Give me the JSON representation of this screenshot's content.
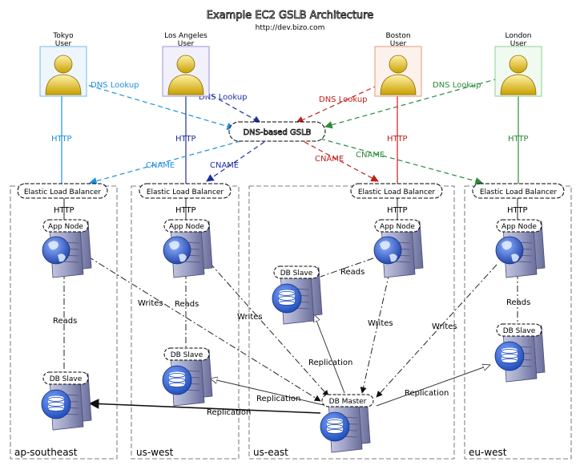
{
  "title": "Example EC2 GSLB Architecture",
  "subtitle": "http://dev.bizo.com",
  "dns": "DNS-based GSLB",
  "users": [
    {
      "id": "tokyo",
      "label": "Tokyo User",
      "color": "#7ab8e6",
      "bg": "#eef6fd"
    },
    {
      "id": "la",
      "label": "Los Angeles User",
      "color": "#9a94d6",
      "bg": "#f1f0fb"
    },
    {
      "id": "boston",
      "label": "Boston User",
      "color": "#e39a7e",
      "bg": "#fdf1ec"
    },
    {
      "id": "london",
      "label": "London User",
      "color": "#8fcf8f",
      "bg": "#f0faf0"
    }
  ],
  "regions": [
    {
      "id": "ap",
      "name": "ap-southeast"
    },
    {
      "id": "usw",
      "name": "us-west"
    },
    {
      "id": "use",
      "name": "us-east"
    },
    {
      "id": "eu",
      "name": "eu-west"
    }
  ],
  "labels": {
    "elb": "Elastic Load Balancer",
    "app": "App Node",
    "db_slave": "DB Slave",
    "db_master": "DB Master",
    "dns_lookup": "DNS Lookup",
    "http": "HTTP",
    "cname": "CNAME",
    "reads": "Reads",
    "writes": "Writes",
    "replication": "Replication"
  },
  "colors": {
    "tokyo": "#1e8fe0",
    "la": "#1f2fa0",
    "boston": "#c0201a",
    "london": "#2a8a3a",
    "server_body": "#8f93b8",
    "server_dark": "#5f6390",
    "globe": "#2f5fc8",
    "db_blue": "#2e5fd6"
  }
}
